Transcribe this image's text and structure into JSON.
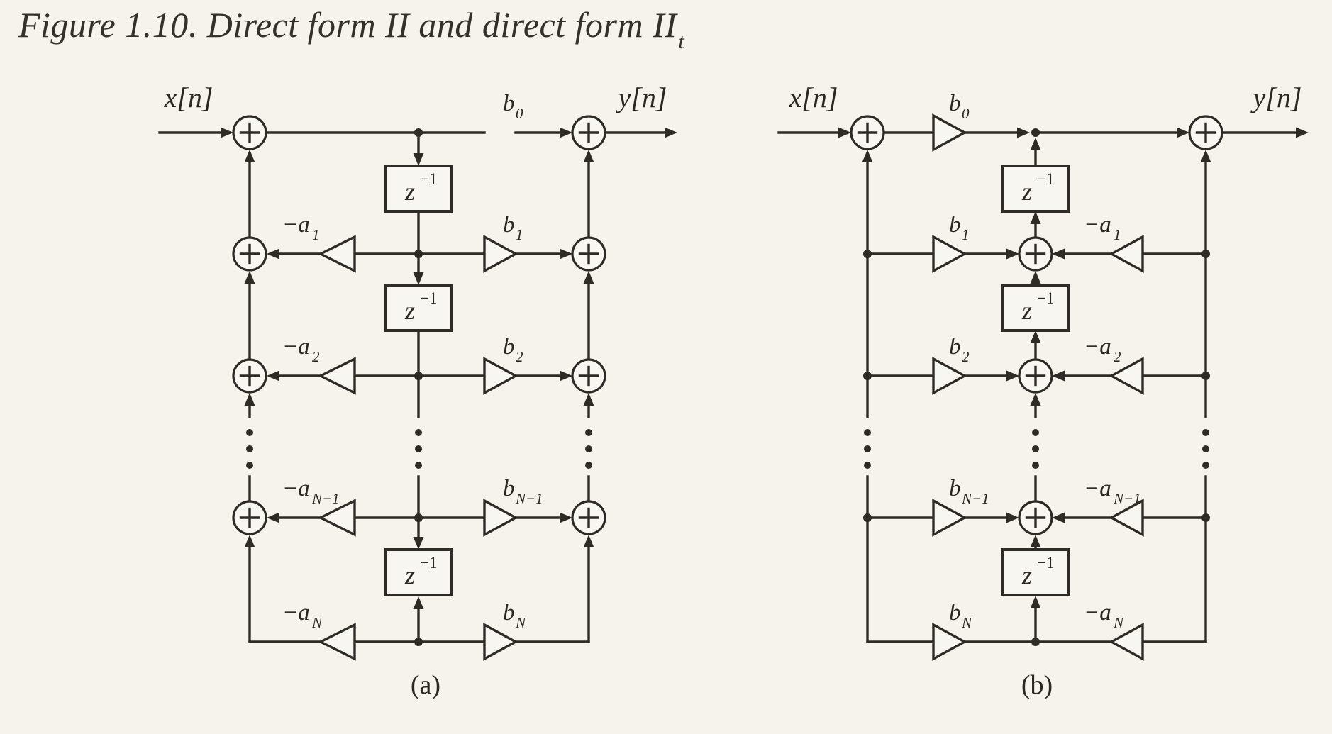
{
  "title": {
    "main": "Figure 1.10. Direct form II and direct form II",
    "subscript": "t"
  },
  "colors": {
    "background": "#f6f3ec",
    "ink": "#2e2a25",
    "paper_fill": "#f8f6f0",
    "text": "#2b2723"
  },
  "diagrams": {
    "a": {
      "caption": "(a)",
      "form_name": "direct form II",
      "input": "x[n]",
      "output": "y[n]",
      "delay": {
        "base": "z",
        "sup": "−1"
      },
      "feedforward": [
        {
          "base": "b",
          "sub": "0"
        },
        {
          "base": "b",
          "sub": "1"
        },
        {
          "base": "b",
          "sub": "2"
        },
        {
          "base": "b",
          "sub": "N−1"
        },
        {
          "base": "b",
          "sub": "N"
        }
      ],
      "feedback": [
        {
          "base": "−a",
          "sub": "1"
        },
        {
          "base": "−a",
          "sub": "2"
        },
        {
          "base": "−a",
          "sub": "N−1"
        },
        {
          "base": "−a",
          "sub": "N"
        }
      ]
    },
    "b": {
      "caption": "(b)",
      "form_name": "direct form II transposed",
      "input": "x[n]",
      "output": "y[n]",
      "delay": {
        "base": "z",
        "sup": "−1"
      },
      "feedforward": [
        {
          "base": "b",
          "sub": "0"
        },
        {
          "base": "b",
          "sub": "1"
        },
        {
          "base": "b",
          "sub": "2"
        },
        {
          "base": "b",
          "sub": "N−1"
        },
        {
          "base": "b",
          "sub": "N"
        }
      ],
      "feedback": [
        {
          "base": "−a",
          "sub": "1"
        },
        {
          "base": "−a",
          "sub": "2"
        },
        {
          "base": "−a",
          "sub": "N−1"
        },
        {
          "base": "−a",
          "sub": "N"
        }
      ]
    }
  }
}
